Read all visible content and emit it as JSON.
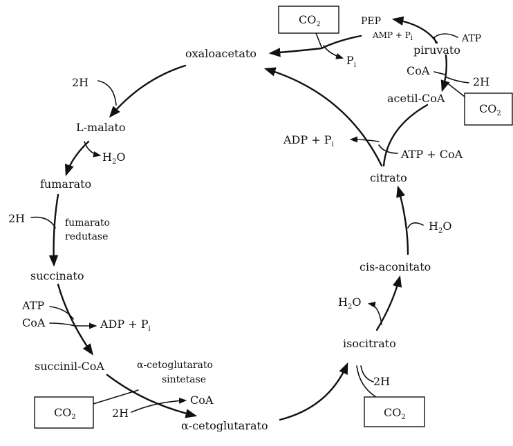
{
  "metabolites": {
    "oxaloacetato": "oxaloacetato",
    "l_malato": "L-malato",
    "fumarato": "fumarato",
    "succinato": "succinato",
    "succinil_coa": "succinil-CoA",
    "alfa_cetoglutarato": "α-cetoglutarato",
    "isocitrato": "isocitrato",
    "cis_aconitato": "cis-aconitato",
    "citrato": "citrato",
    "acetil_coa": "acetil-CoA",
    "piruvato": "piruvato",
    "pep": "PEP"
  },
  "enzymes": {
    "fumarato_redutase_line1": "fumarato",
    "fumarato_redutase_line2": "redutase",
    "cetoglutarato_sintetase_line1": "α-cetoglutarato",
    "cetoglutarato_sintetase_line2": "sintetase"
  },
  "cofactors": {
    "h2_malato": "2H",
    "h2o_malato_main": "H",
    "h2o_malato_sub": "2",
    "h2o_malato_end": "O",
    "h2_fumarato": "2H",
    "atp_succinato": "ATP",
    "coa_succinato": "CoA",
    "adp_succinato_main": "ADP + P",
    "adp_succinato_sub": "i",
    "coa_cetoglutarato": "CoA",
    "h2_cetoglutarato": "2H",
    "h2_isocitrato": "2H",
    "h2o_isocitrato_main": "H",
    "h2o_isocitrato_sub": "2",
    "h2o_isocitrato_end": "O",
    "h2o_aconitato_main": "H",
    "h2o_aconitato_sub": "2",
    "h2o_aconitato_end": "O",
    "adp_citrato_main": "ADP + P",
    "adp_citrato_sub": "i",
    "atp_coa_citrato": "ATP + CoA",
    "h2_acetil": "2H",
    "coa_piruvato": "CoA",
    "atp_pep": "ATP",
    "amp_pep_main": "AMP + P",
    "amp_pep_sub": "i",
    "pi_oxalo_main": "P",
    "pi_oxalo_sub": "i"
  },
  "co2_boxes": {
    "top_main": "CO",
    "top_sub": "2",
    "right_main": "CO",
    "right_sub": "2",
    "bottom_left_main": "CO",
    "bottom_left_sub": "2",
    "bottom_right_main": "CO",
    "bottom_right_sub": "2"
  }
}
